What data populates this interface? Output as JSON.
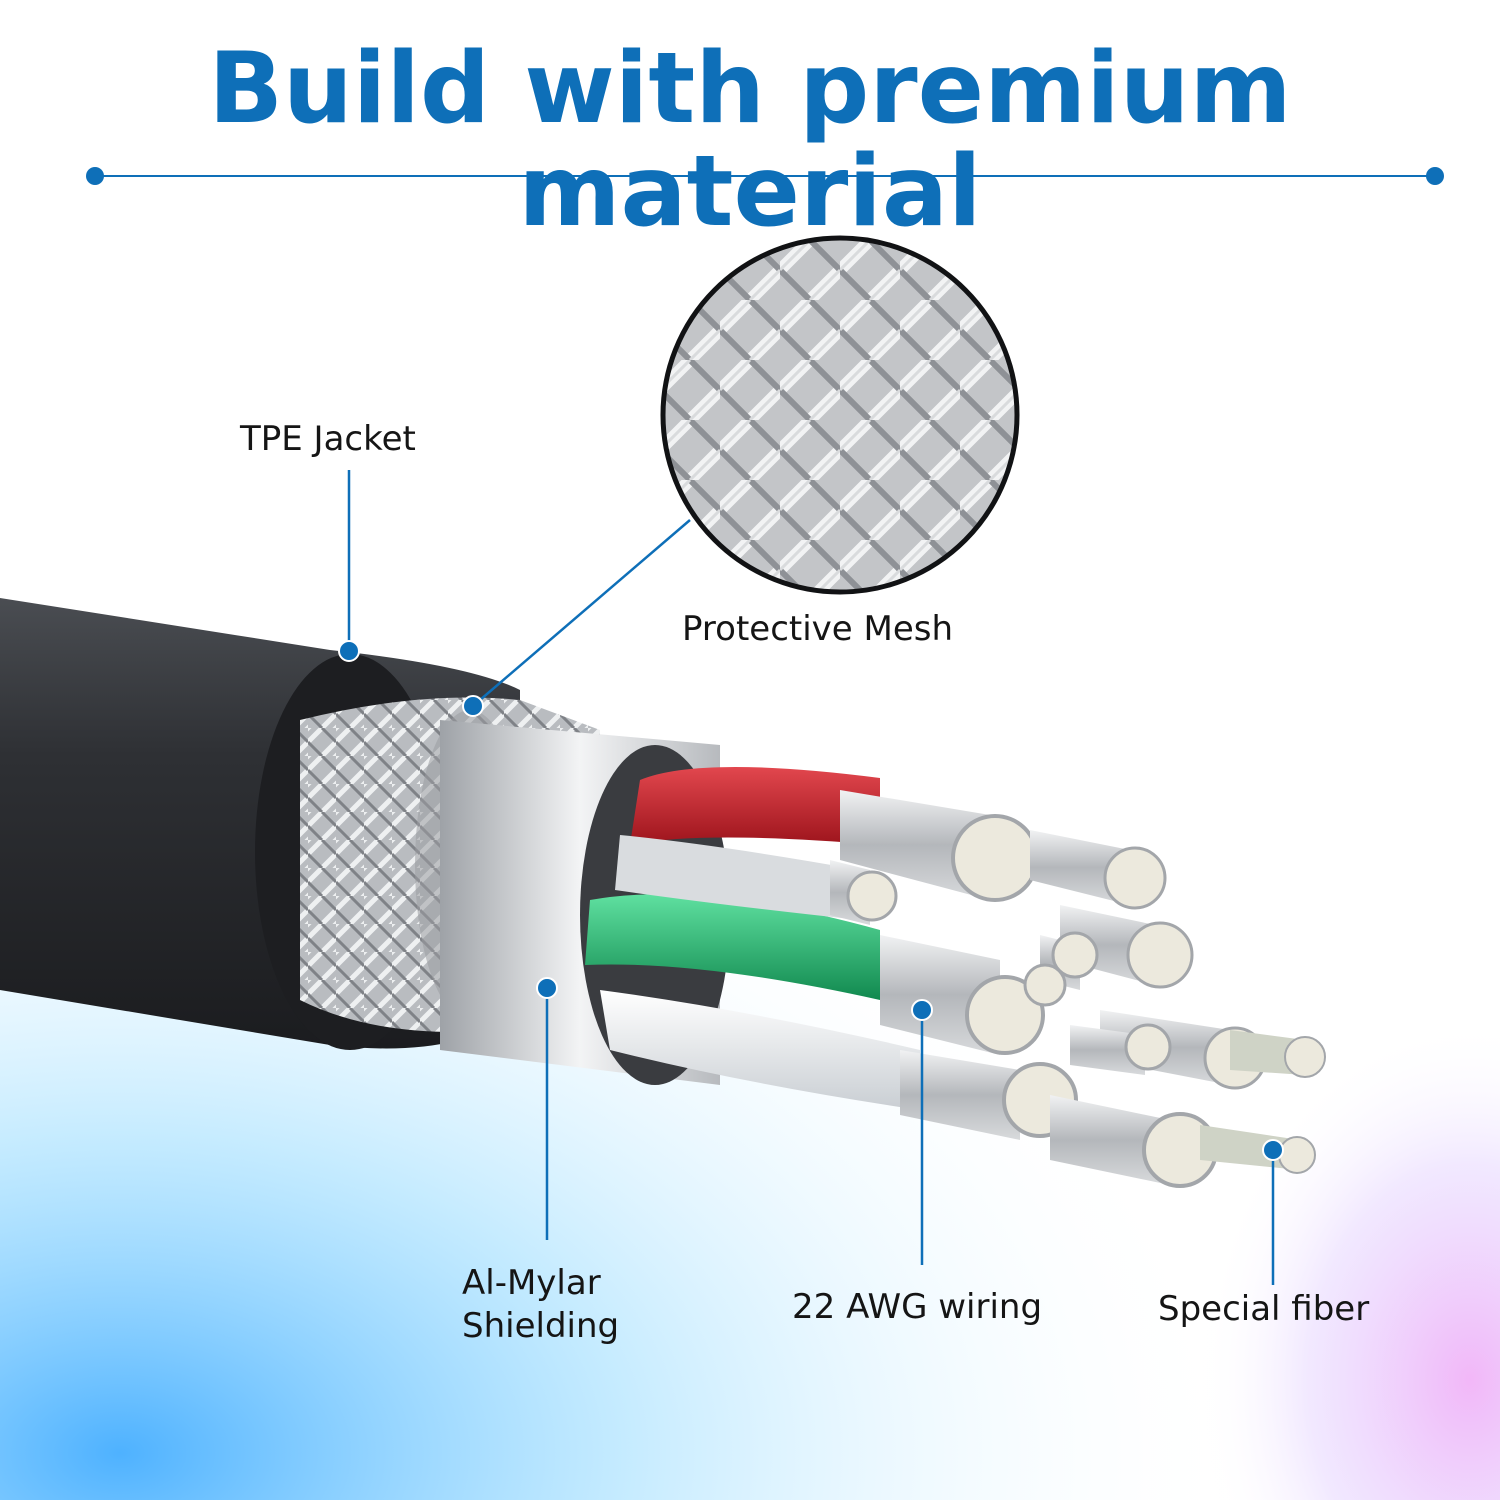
{
  "title": "Build with premium material",
  "colors": {
    "accent": "#0e6fb8",
    "jacket": "#2b2d30",
    "wire_red": "#c8202a",
    "wire_green": "#1fb36a",
    "wire_white": "#e9ecef",
    "label_text": "#151515"
  },
  "labels": {
    "tpe_jacket": "TPE Jacket",
    "protective_mesh": "Protective Mesh",
    "al_mylar_line1": "Al-Mylar",
    "al_mylar_line2": "Shielding",
    "awg_wiring": "22 AWG wiring",
    "special_fiber": "Special fiber"
  }
}
